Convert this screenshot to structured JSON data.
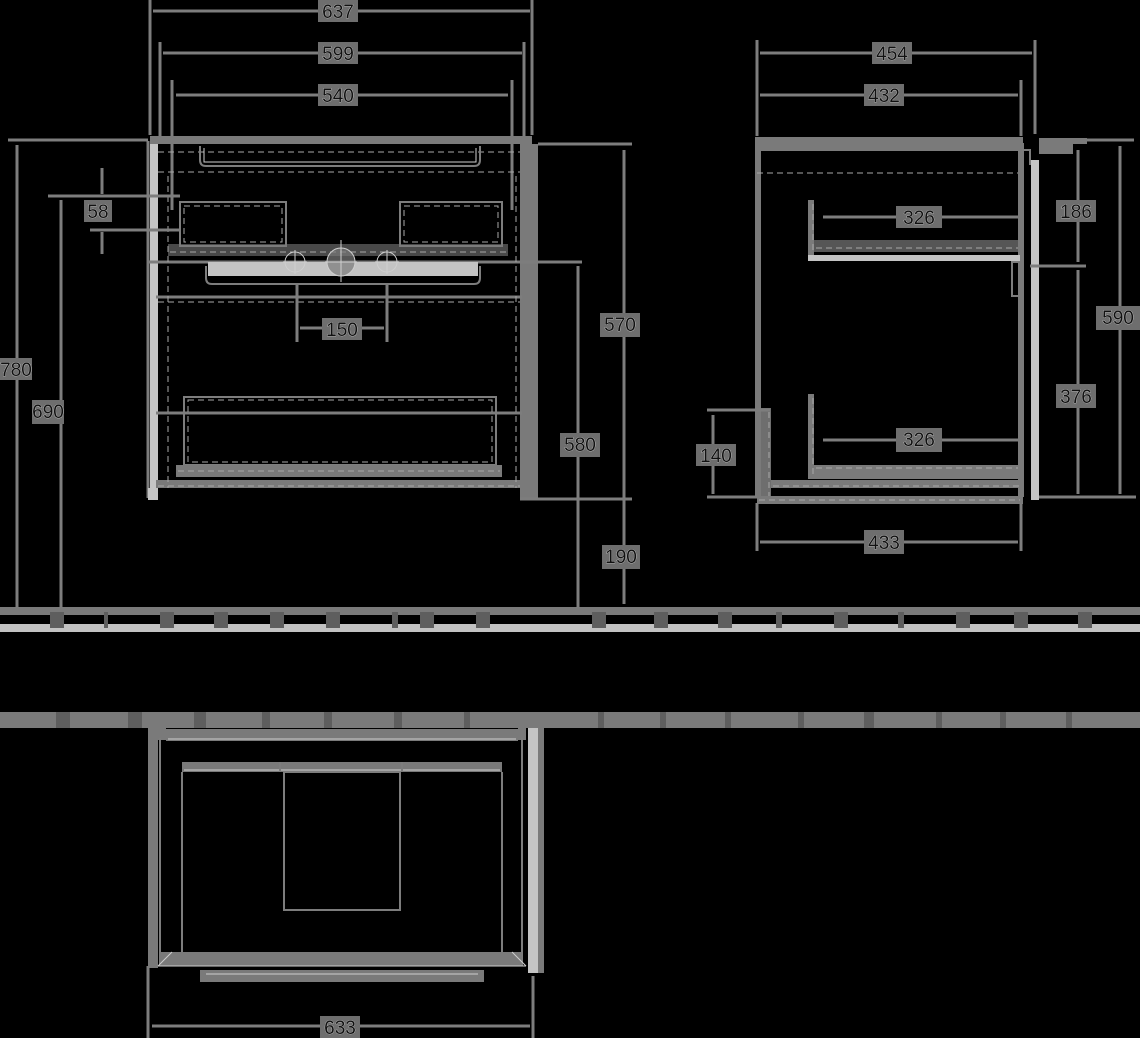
{
  "drawing": {
    "style": {
      "background": "#000000",
      "line_color": "#7d7d7d",
      "light_line_color": "#c4c4c4",
      "label_color": "#111111"
    },
    "front_view": {
      "dimensions": {
        "overall_width": "637",
        "width_599": "599",
        "basin_width": "540",
        "tap_offset": "58",
        "tap_spacing": "150",
        "overall_height": "780",
        "height_690": "690",
        "cabinet_height": "570",
        "height_580": "580",
        "floor_clearance": "190"
      }
    },
    "side_view": {
      "dimensions": {
        "overall_depth": "454",
        "depth_432": "432",
        "drawer_upper_depth": "326",
        "drawer_lower_depth": "326",
        "upper_drawer_height": "186",
        "cabinet_height": "590",
        "lower_drawer_height": "376",
        "siphon_height": "140",
        "base_depth": "433"
      }
    },
    "plan_view": {
      "dimensions": {
        "plan_width": "633"
      }
    }
  }
}
